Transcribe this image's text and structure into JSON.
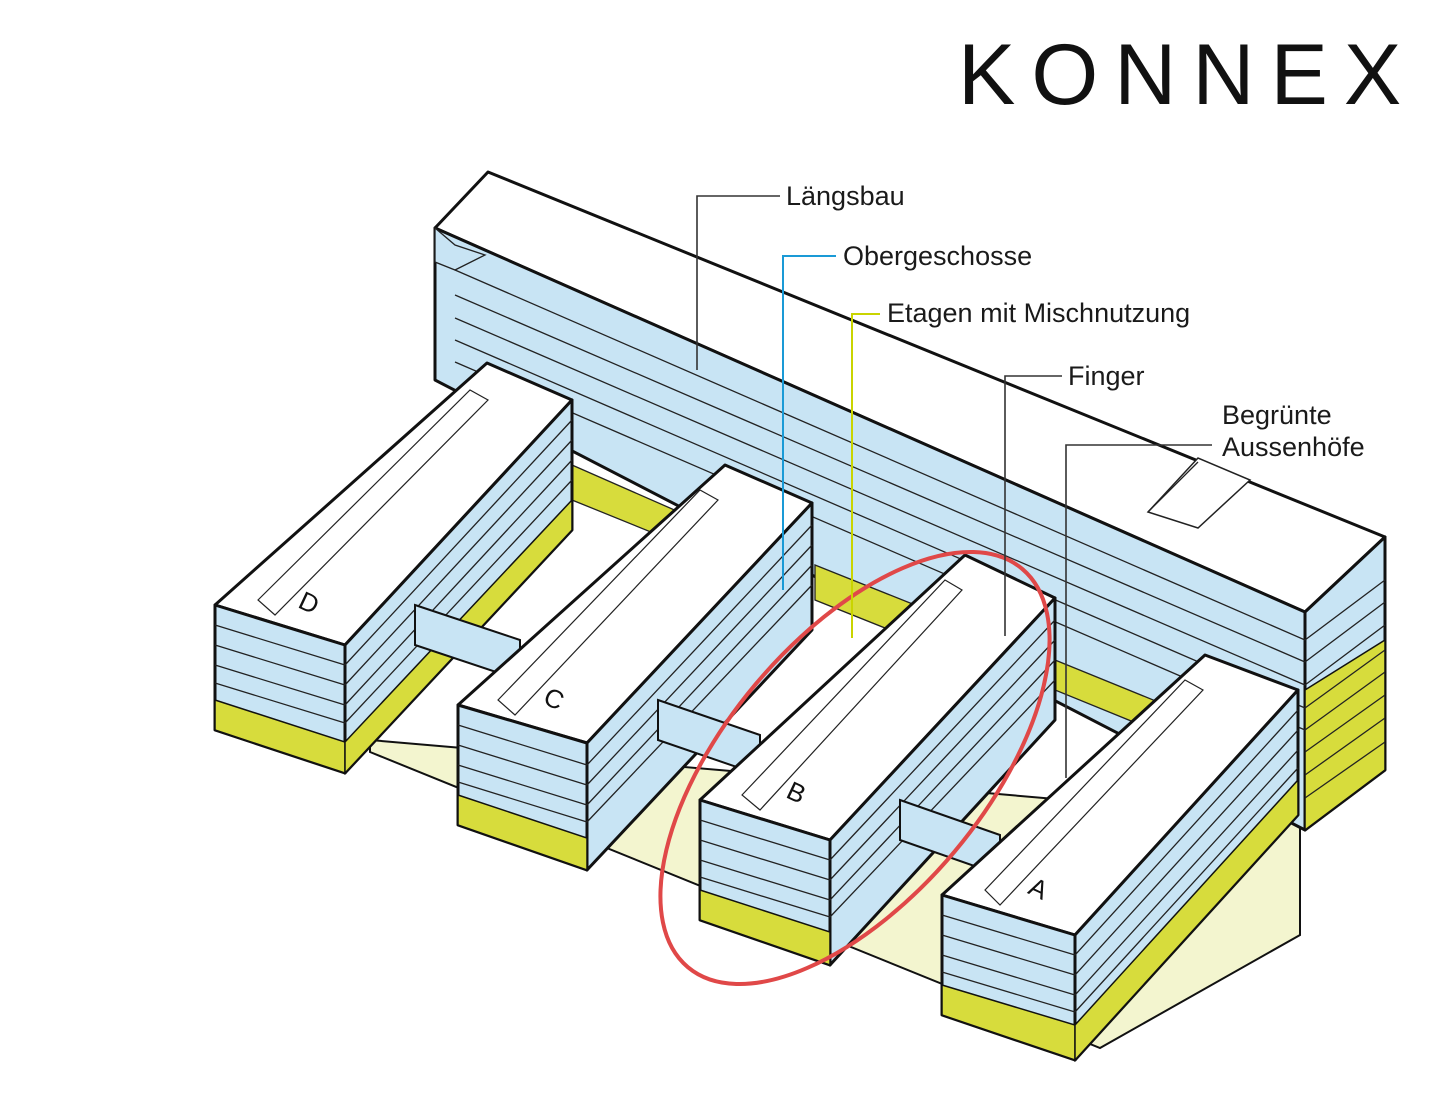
{
  "logo": {
    "text": "KONNEX"
  },
  "labels": {
    "laengsbau": "Längsbau",
    "obergeschosse": "Obergeschosse",
    "etagen": "Etagen mit Mischnutzung",
    "finger": "Finger",
    "begruente_line1": "Begrünte",
    "begruente_line2": "Aussenhöfe"
  },
  "buildings": {
    "a": "A",
    "b": "B",
    "c": "C",
    "d": "D"
  },
  "colors": {
    "upper_floors": "#c8e4f4",
    "mixed_use_floors": "#d7dc3c",
    "ground_slab": "#f3f5cf",
    "roof": "#ffffff",
    "outline": "#111111",
    "leader_obergeschosse": "#1a9ad6",
    "leader_etagen": "#c9d400",
    "highlight_ellipse": "#e04848"
  }
}
